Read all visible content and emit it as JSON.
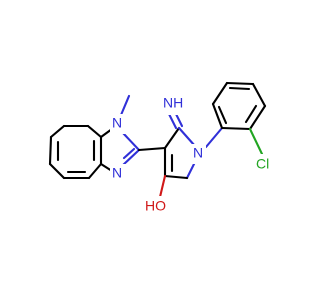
{
  "molecule": {
    "atom_labels": {
      "imine": "NH",
      "methyl_nitrogen": "N",
      "imidazole_nitrogen": "N",
      "ring_nitrogen": "N",
      "hydroxyl": "HO",
      "chlorine": "Cl"
    },
    "colors": {
      "carbon": "#000000",
      "nitrogen": "#3030d8",
      "oxygen": "#d01818",
      "chlorine": "#22a522",
      "background": "#ffffff"
    }
  }
}
